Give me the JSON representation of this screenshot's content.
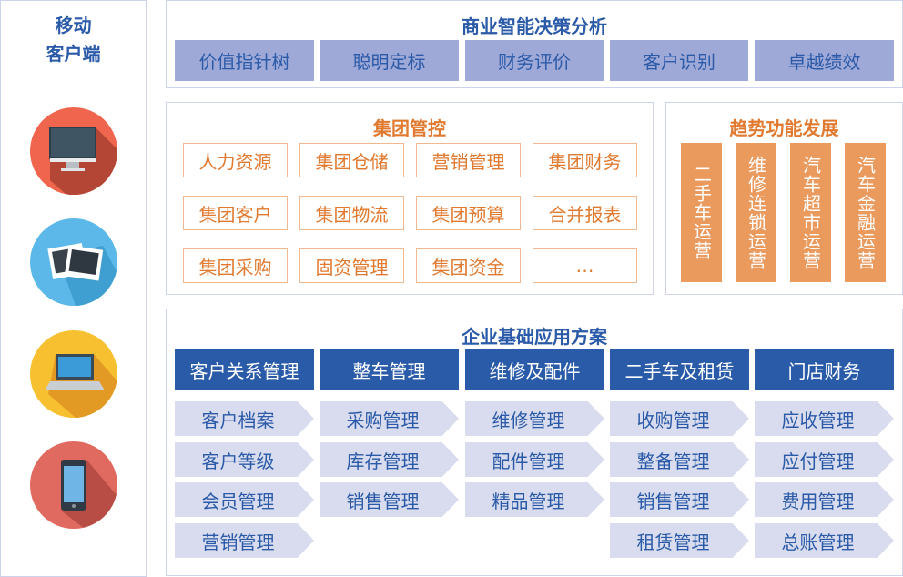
{
  "mobile": {
    "title_line1": "移动",
    "title_line2": "客户端",
    "icons": [
      {
        "name": "monitor-icon",
        "color": "#f0654e"
      },
      {
        "name": "photos-icon",
        "color": "#5bb8e8"
      },
      {
        "name": "laptop-icon",
        "color": "#f6c030"
      },
      {
        "name": "phone-icon",
        "color": "#e06a60"
      }
    ]
  },
  "bi": {
    "title": "商业智能决策分析",
    "items": [
      "价值指针树",
      "聪明定标",
      "财务评价",
      "客户识别",
      "卓越绩效"
    ]
  },
  "group": {
    "title": "集团管控",
    "items": [
      "人力资源",
      "集团仓储",
      "营销管理",
      "集团财务",
      "集团客户",
      "集团物流",
      "集团预算",
      "合并报表",
      "集团采购",
      "固资管理",
      "集团资金",
      "…"
    ]
  },
  "trend": {
    "title": "趋势功能发展",
    "items": [
      "二手车运营",
      "维修连锁运营",
      "汽车超市运营",
      "汽车金融运营"
    ]
  },
  "base": {
    "title": "企业基础应用方案",
    "columns": [
      {
        "header": "客户关系管理",
        "items": [
          "客户档案",
          "客户等级",
          "会员管理",
          "营销管理"
        ]
      },
      {
        "header": "整车管理",
        "items": [
          "采购管理",
          "库存管理",
          "销售管理"
        ]
      },
      {
        "header": "维修及配件",
        "items": [
          "维修管理",
          "配件管理",
          "精品管理"
        ]
      },
      {
        "header": "二手车及租赁",
        "items": [
          "收购管理",
          "整备管理",
          "销售管理",
          "租赁管理"
        ]
      },
      {
        "header": "门店财务",
        "items": [
          "应收管理",
          "应付管理",
          "费用管理",
          "总账管理"
        ]
      }
    ]
  }
}
